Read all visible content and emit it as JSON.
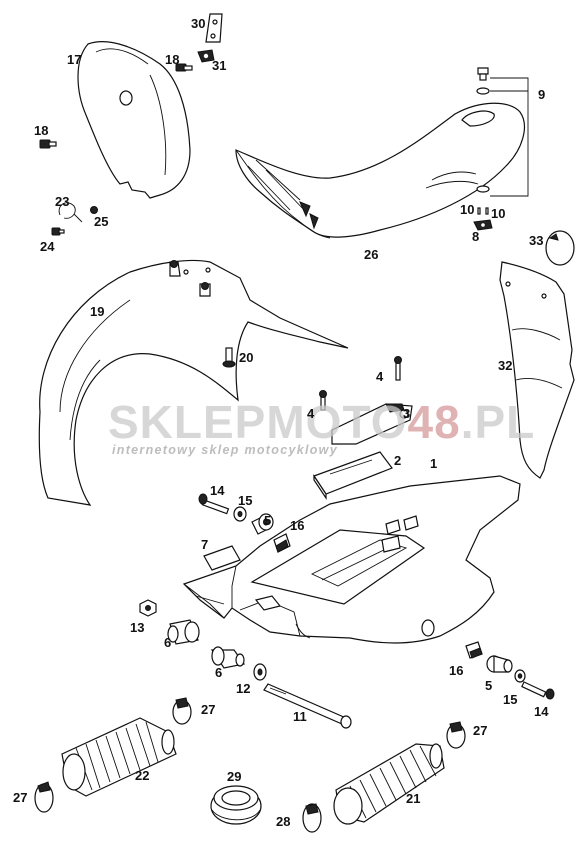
{
  "callouts": [
    "1",
    "2",
    "3",
    "4",
    "5",
    "6",
    "7",
    "8",
    "9",
    "10",
    "11",
    "12",
    "13",
    "14",
    "15",
    "16",
    "17",
    "18",
    "19",
    "20",
    "21",
    "22",
    "23",
    "24",
    "25",
    "26",
    "27",
    "28",
    "29",
    "30",
    "31",
    "32",
    "33"
  ],
  "watermark": {
    "brand_left": "SKLEPMOTO",
    "brand_mid": "48",
    "brand_right": ".PL",
    "tagline": "internetowy sklep motocyklowy"
  },
  "colors": {
    "ink": "#111111",
    "watermark_gray": "#c9c9c9",
    "watermark_red": "#d9a6a6"
  }
}
